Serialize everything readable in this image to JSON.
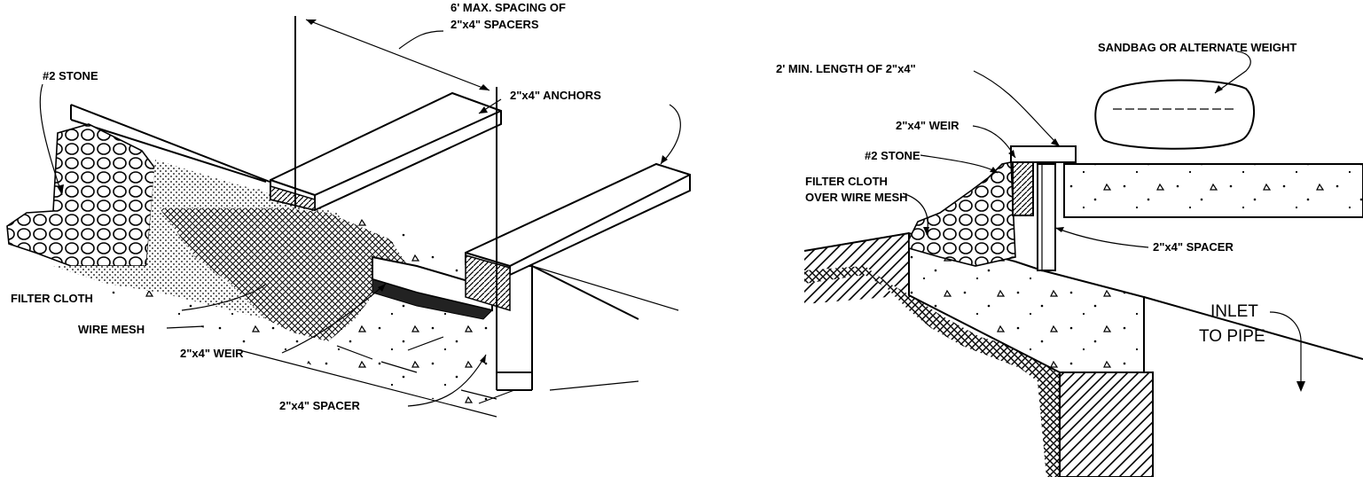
{
  "left_detail": {
    "labels": {
      "spacing": [
        "6' MAX. SPACING OF",
        "2\"x4\" SPACERS"
      ],
      "stone": "#2 STONE",
      "anchors": "2\"x4\" ANCHORS",
      "filter_cloth": "FILTER CLOTH",
      "wire_mesh": "WIRE MESH",
      "weir": "2\"x4\" WEIR",
      "spacer": "2\"x4\" SPACER"
    }
  },
  "right_detail": {
    "labels": {
      "sandbag": "SANDBAG OR ALTERNATE WEIGHT",
      "min_length": "2' MIN. LENGTH OF 2\"x4\"",
      "weir": "2\"x4\" WEIR",
      "stone": "#2 STONE",
      "filter_cloth": [
        "FILTER CLOTH",
        "OVER WIRE MESH"
      ],
      "spacer": "2\"x4\" SPACER",
      "inlet": [
        "INLET",
        "TO PIPE"
      ]
    }
  }
}
